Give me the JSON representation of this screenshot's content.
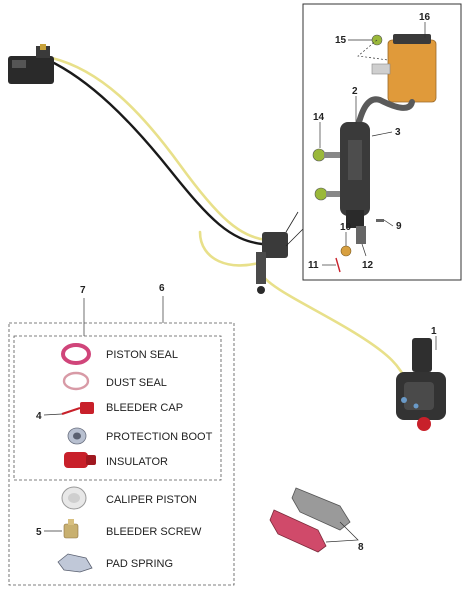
{
  "callouts": {
    "c1": "1",
    "c2": "2",
    "c3": "3",
    "c4": "4",
    "c5": "5",
    "c6": "6",
    "c7": "7",
    "c8": "8",
    "c9": "9",
    "c10": "10",
    "c11": "11",
    "c12": "12",
    "c14": "14",
    "c15": "15",
    "c16": "16"
  },
  "legend": {
    "piston_seal": "PISTON SEAL",
    "dust_seal": "DUST SEAL",
    "bleeder_cap": "BLEEDER CAP",
    "protection_boot": "PROTECTION BOOT",
    "insulator": "INSULATOR",
    "caliper_piston": "CALIPER PISTON",
    "bleeder_screw": "BLEEDER SCREW",
    "pad_spring": "PAD SPRING"
  },
  "colors": {
    "hose_yellow": "#e8e08a",
    "hose_black": "#1a1a1a",
    "seal_pink": "#d0457a",
    "accent_red": "#c8202a",
    "bolt_green": "#9ab83a",
    "metal_dark": "#3a3a3a"
  }
}
